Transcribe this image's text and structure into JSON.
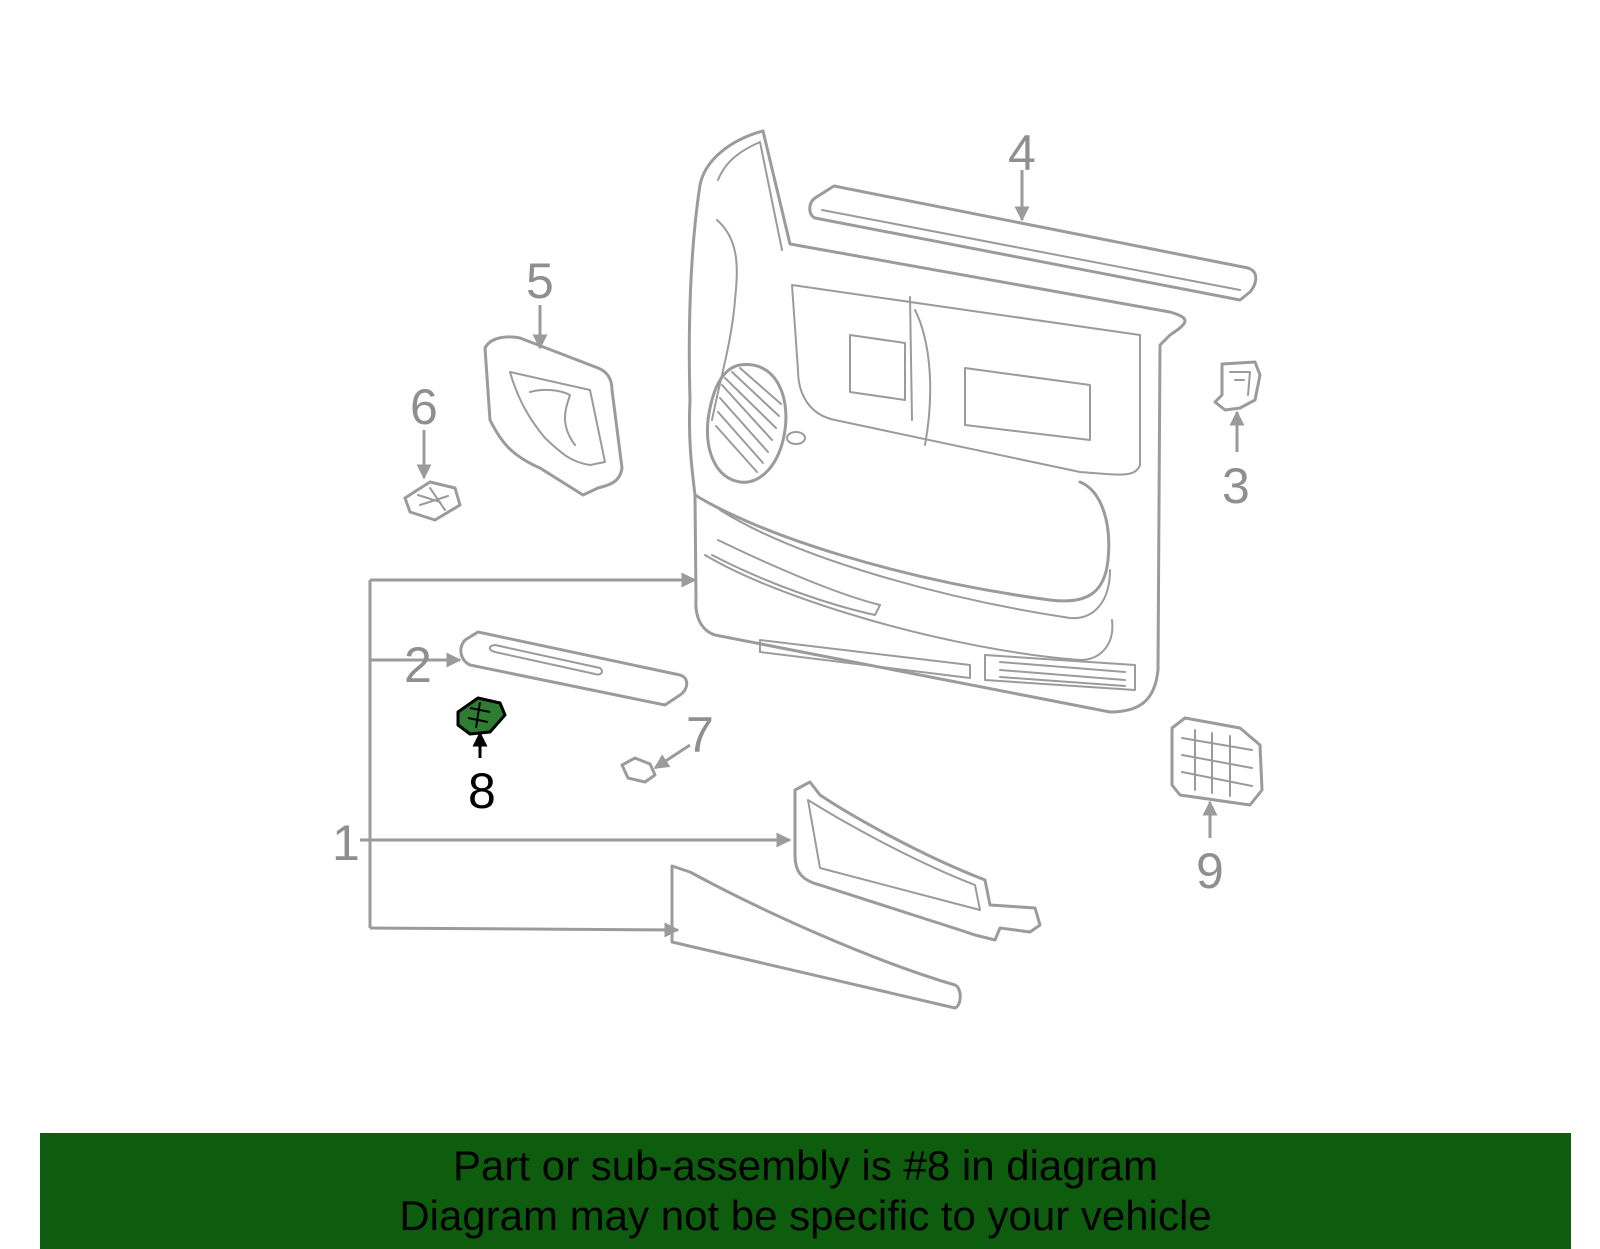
{
  "diagram": {
    "callouts": [
      "1",
      "2",
      "3",
      "4",
      "5",
      "6",
      "7",
      "8",
      "9"
    ],
    "highlighted_callout": "8"
  },
  "banner": {
    "line1": "Part or sub-assembly is #8 in diagram",
    "line2": "Diagram may not be specific to your vehicle"
  },
  "colors": {
    "banner_bg": "#0e5d0e",
    "highlight_part": "#2e7d32",
    "line_art": "#9b9b9b",
    "callout_text": "#8f8f8f"
  }
}
